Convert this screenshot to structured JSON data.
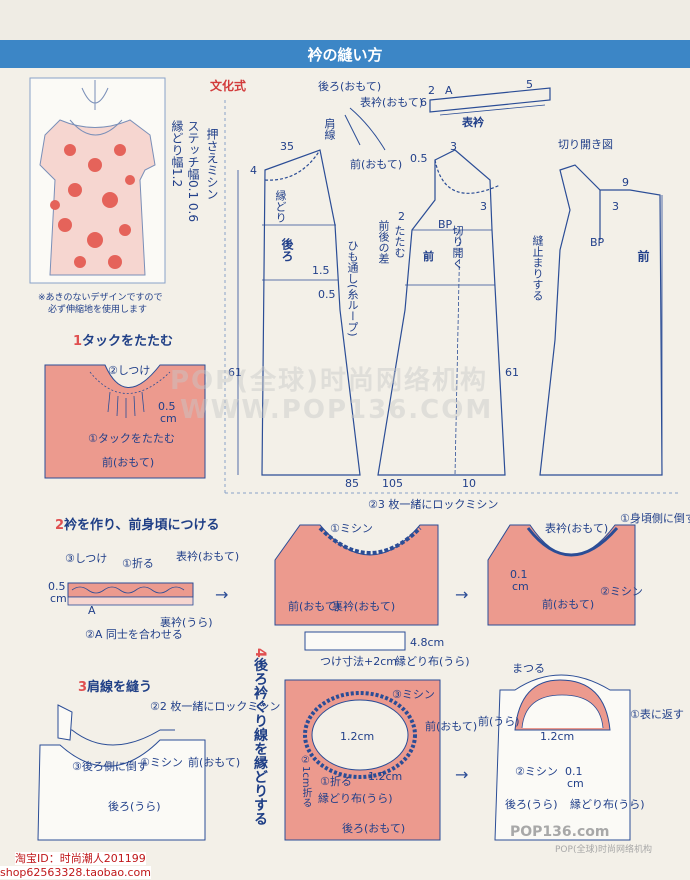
{
  "header": {
    "title": "衿の縫い方"
  },
  "intro": {
    "method": "文化式",
    "note_line1": "※あきのないデザインですので",
    "note_line2": "必ず伸縮地を使用します",
    "binding_width": "縁どり幅1.2",
    "stitch_width": "ステッチ幅0.1 0.6",
    "press_stitch": "押さえミシン",
    "bias_binding": "縁どり"
  },
  "pattern": {
    "back_label": "後ろ",
    "front_label": "前",
    "back_front_diff": "前後の差",
    "tuck": "たたむ",
    "cut_open": "切り開く",
    "cord": "ひも通し(糸ループ)",
    "dart_stop": "縫止まりする",
    "cut_open_fig": "切り開き図",
    "shoulder": "肩線",
    "collar_front": "前(おもて)",
    "collar_back": "後ろ(おもて)",
    "outer_collar": "表衿(おもて)",
    "collar": "表衿",
    "bp": "BP",
    "dims": {
      "d35": "35",
      "d4": "4",
      "d15": "1.5",
      "d05": "0.5",
      "d61": "61",
      "d85": "85",
      "d105": "105",
      "d10": "10",
      "d2": "2",
      "d3": "3",
      "d9": "9",
      "d6": "6",
      "a": "A",
      "d05b": "0.5",
      "d5": "5",
      "d2a": "2"
    }
  },
  "steps": {
    "s1": {
      "num": "1",
      "title": "タックをたたむ",
      "basting": "②しつけ",
      "tuck": "①タックをたたむ",
      "front": "前(おもて)",
      "d05": "0.5",
      "cm": "cm"
    },
    "s2": {
      "num": "2",
      "title": "衿を作り、前身頃につける",
      "basting": "③しつけ",
      "fold": "①折る",
      "outer": "表衿(おもて)",
      "inner": "裏衿(うら)",
      "align": "②A 同士を合わせる",
      "d05": "0.5",
      "cm": "cm",
      "a": "A",
      "lock": "②3 枚一緒にロックミシン",
      "mishin": "①ミシン",
      "front": "前(おもて)",
      "inner2": "裏衿(おもて)",
      "outer2": "表衿(おもて)",
      "body_side": "①身頃側に倒す",
      "d01": "0.1",
      "cm2": "cm",
      "mishin2": "②ミシン",
      "front2": "前(おもて)"
    },
    "s3": {
      "num": "3",
      "title": "肩線を縫う",
      "lock": "②2 枚一緒にロックミシン",
      "back_side": "③後ろ側に倒す",
      "mishin": "①ミシン",
      "front": "前(おもて)",
      "back": "後ろ(うら)"
    },
    "s4": {
      "num": "4",
      "title": "後ろ衿ぐり線を縁どりする",
      "width": "4.8cm",
      "size": "つけ寸法+2cm",
      "binding": "縁どり布(うら)",
      "mishin": "③ミシン",
      "d12": "1.2cm",
      "d12b": "1.2cm",
      "fold": "①折る",
      "onecm": "②1cm折る",
      "binding2": "縁どり布(うら)",
      "front": "前(おもて)",
      "back": "後ろ(おもて)",
      "stitch": "まつる",
      "d12c": "1.2cm",
      "turn": "①表に返す",
      "mishin2": "②ミシン",
      "d01": "0.1",
      "cm": "cm",
      "front2": "前(うら)",
      "back2": "後ろ(うら)",
      "binding3": "縁どり布(うら)"
    }
  },
  "watermarks": {
    "pop": "POP(全球)时尚网络机构",
    "url": "WWW.POP136.COM",
    "logo": "POP136.com",
    "logo_sub": "POP(全球)时尚网络机构"
  },
  "footer": {
    "line1": "淘宝ID：时尚潮人201199",
    "line2": "shop62563328.taobao.com"
  },
  "colors": {
    "accent_blue": "#3c86c6",
    "pink": "#ec9a8e",
    "ink": "#22408a",
    "red_text": "#d23a3a"
  }
}
